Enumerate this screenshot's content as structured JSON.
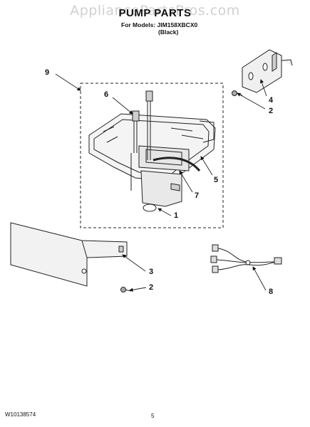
{
  "watermark": "AppliancePartsPros.com",
  "header": {
    "title": "PUMP PARTS",
    "models": "For Models: JIM158XBCX0",
    "color": "(Black)"
  },
  "callouts": [
    "9",
    "6",
    "4",
    "2",
    "5",
    "7",
    "1",
    "3",
    "2",
    "8"
  ],
  "footer": {
    "doc_number": "W10138574",
    "page": "5"
  }
}
